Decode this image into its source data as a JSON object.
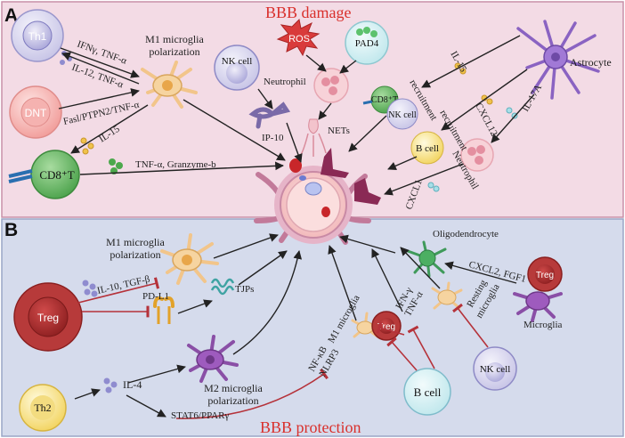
{
  "panels": {
    "a": {
      "letter": "A",
      "title": "BBB damage"
    },
    "b": {
      "letter": "B",
      "title": "BBB protection"
    }
  },
  "colors": {
    "panel_a_bg": "#f3dbe5",
    "panel_b_bg": "#d5dbec",
    "title_red": "#d9302c",
    "inhibit_red": "#b5323a"
  },
  "cells_a": {
    "th1": "Th1",
    "dnt": "DNT",
    "cd8t": "CD8⁺T",
    "nk": "NK cell",
    "ros": "ROS",
    "pad4": "PAD4",
    "neutrophil": "Neutrophil",
    "astrocyte": "Astrocyte",
    "cd8t_small": "CD8⁺T",
    "nk_small": "NK cell",
    "bcell": "B cell",
    "neutrophil2": "Neutrophil",
    "nets": "NETs",
    "m1_title_line1": "M1 microglia",
    "m1_title_line2": "polarization"
  },
  "labels_a": {
    "ifng_tnfa": "IFNγ, TNF-α",
    "il12_tnfa": "IL-12, TNF-α",
    "fasl": "Fasl/PTPN2/TNF-α",
    "il15_left": "IL-15",
    "tnfa_granzyme": "TNF-α, Granzyme-b",
    "ip10": "IP-10",
    "il15_right": "IL-15",
    "recruitment1": "recruitment",
    "cxcl12": "CXCL12",
    "recruitment2": "recruitment",
    "il17a": "IL-17A",
    "neutrophil_recruit": "Neutrophil",
    "cxcl1": "CXCL1"
  },
  "cells_b": {
    "treg": "Treg",
    "th2": "Th2",
    "m1_line1": "M1 microglia",
    "m1_line2": "polarization",
    "m2_line1": "M2 microglia",
    "m2_line2": "polarization",
    "oligodendrocyte": "Oligodendrocyte",
    "treg_small": "Treg",
    "microglia": "Microglia",
    "m1_microglia": "M1 microglia",
    "treg_mid": "Treg",
    "resting1": "Resting",
    "resting2": "microglia",
    "nk": "NK cell",
    "bcell": "B cell"
  },
  "labels_b": {
    "il10_tgfb": "IL-10, TGF-β",
    "pdl1": "PD-L1",
    "tjps": "TJPs",
    "il4": "IL-4",
    "stat6": "STAT6/PPARγ",
    "nfkb": "NF-κB",
    "nlrp3": "NLRP3",
    "ifng": "IFN-γ",
    "tnfa": "TNF-α",
    "cxcl2": "CXCL2, FGF1"
  }
}
